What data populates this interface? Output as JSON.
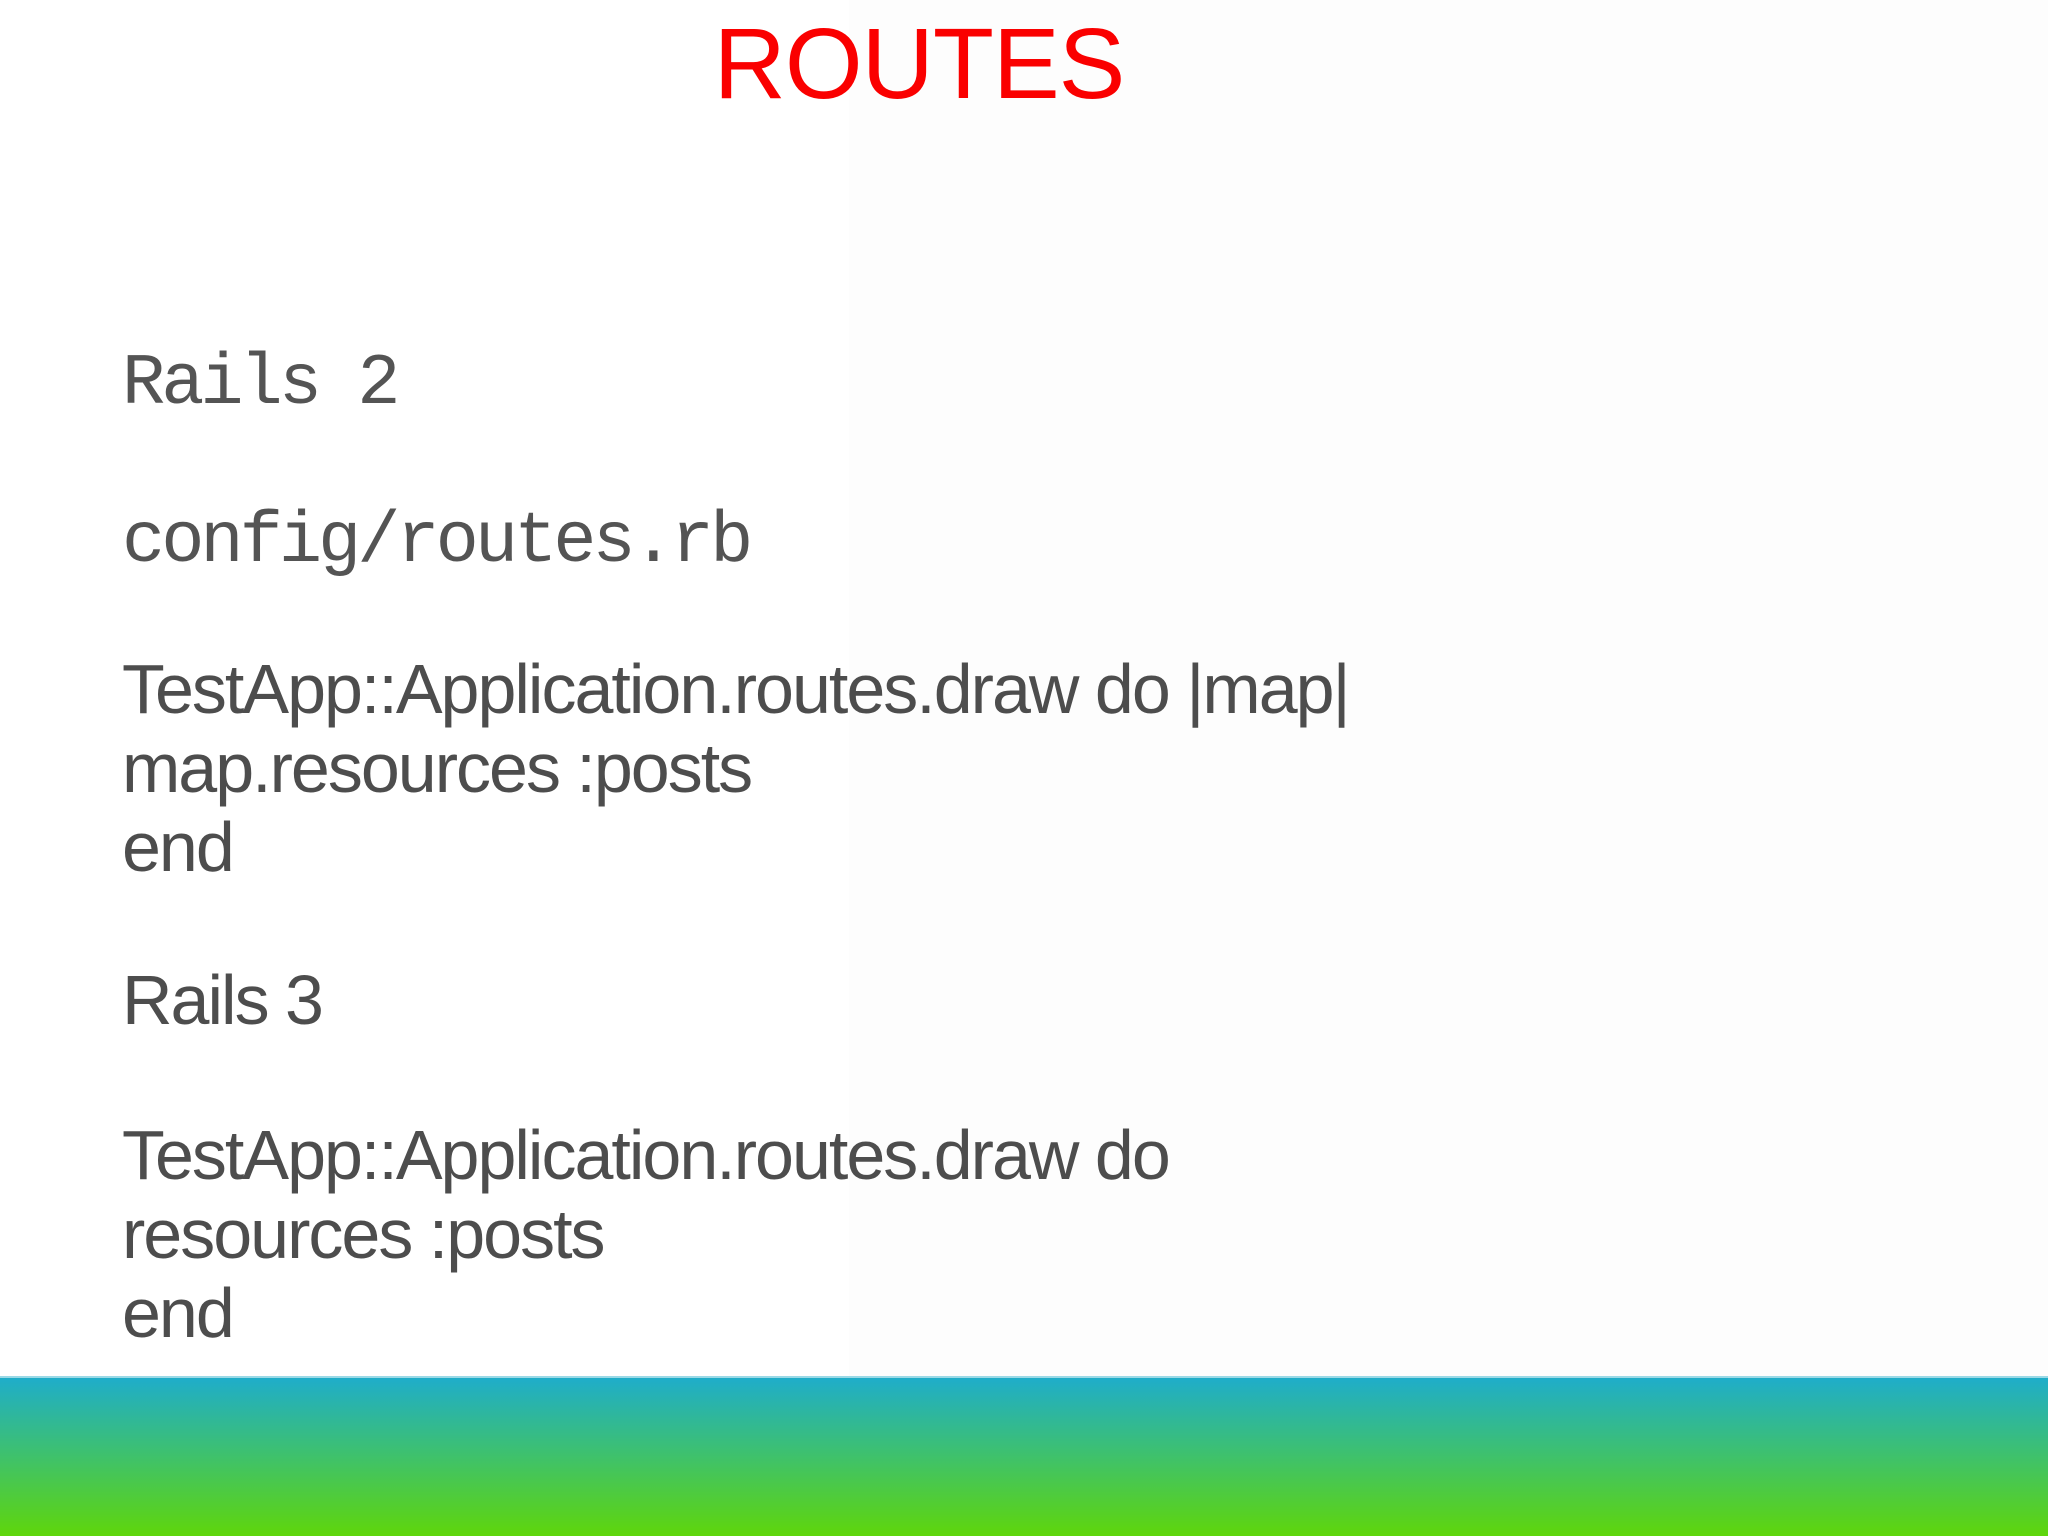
{
  "slide": {
    "title": "ROUTES",
    "rails2": {
      "heading": "Rails 2",
      "file_path": "config/routes.rb",
      "code_lines": [
        "TestApp::Application.routes.draw do |map|",
        "map.resources :posts",
        "end"
      ]
    },
    "rails3": {
      "heading": "Rails 3",
      "code_lines": [
        "TestApp::Application.routes.draw do",
        "resources :posts",
        "end"
      ]
    },
    "colors": {
      "title_red": "#fa0000",
      "body_gray": "#4d4d4d",
      "mono_gray": "#545454",
      "footer_gradient_top": "#1fadca",
      "footer_gradient_bottom": "#5fd60b"
    }
  }
}
